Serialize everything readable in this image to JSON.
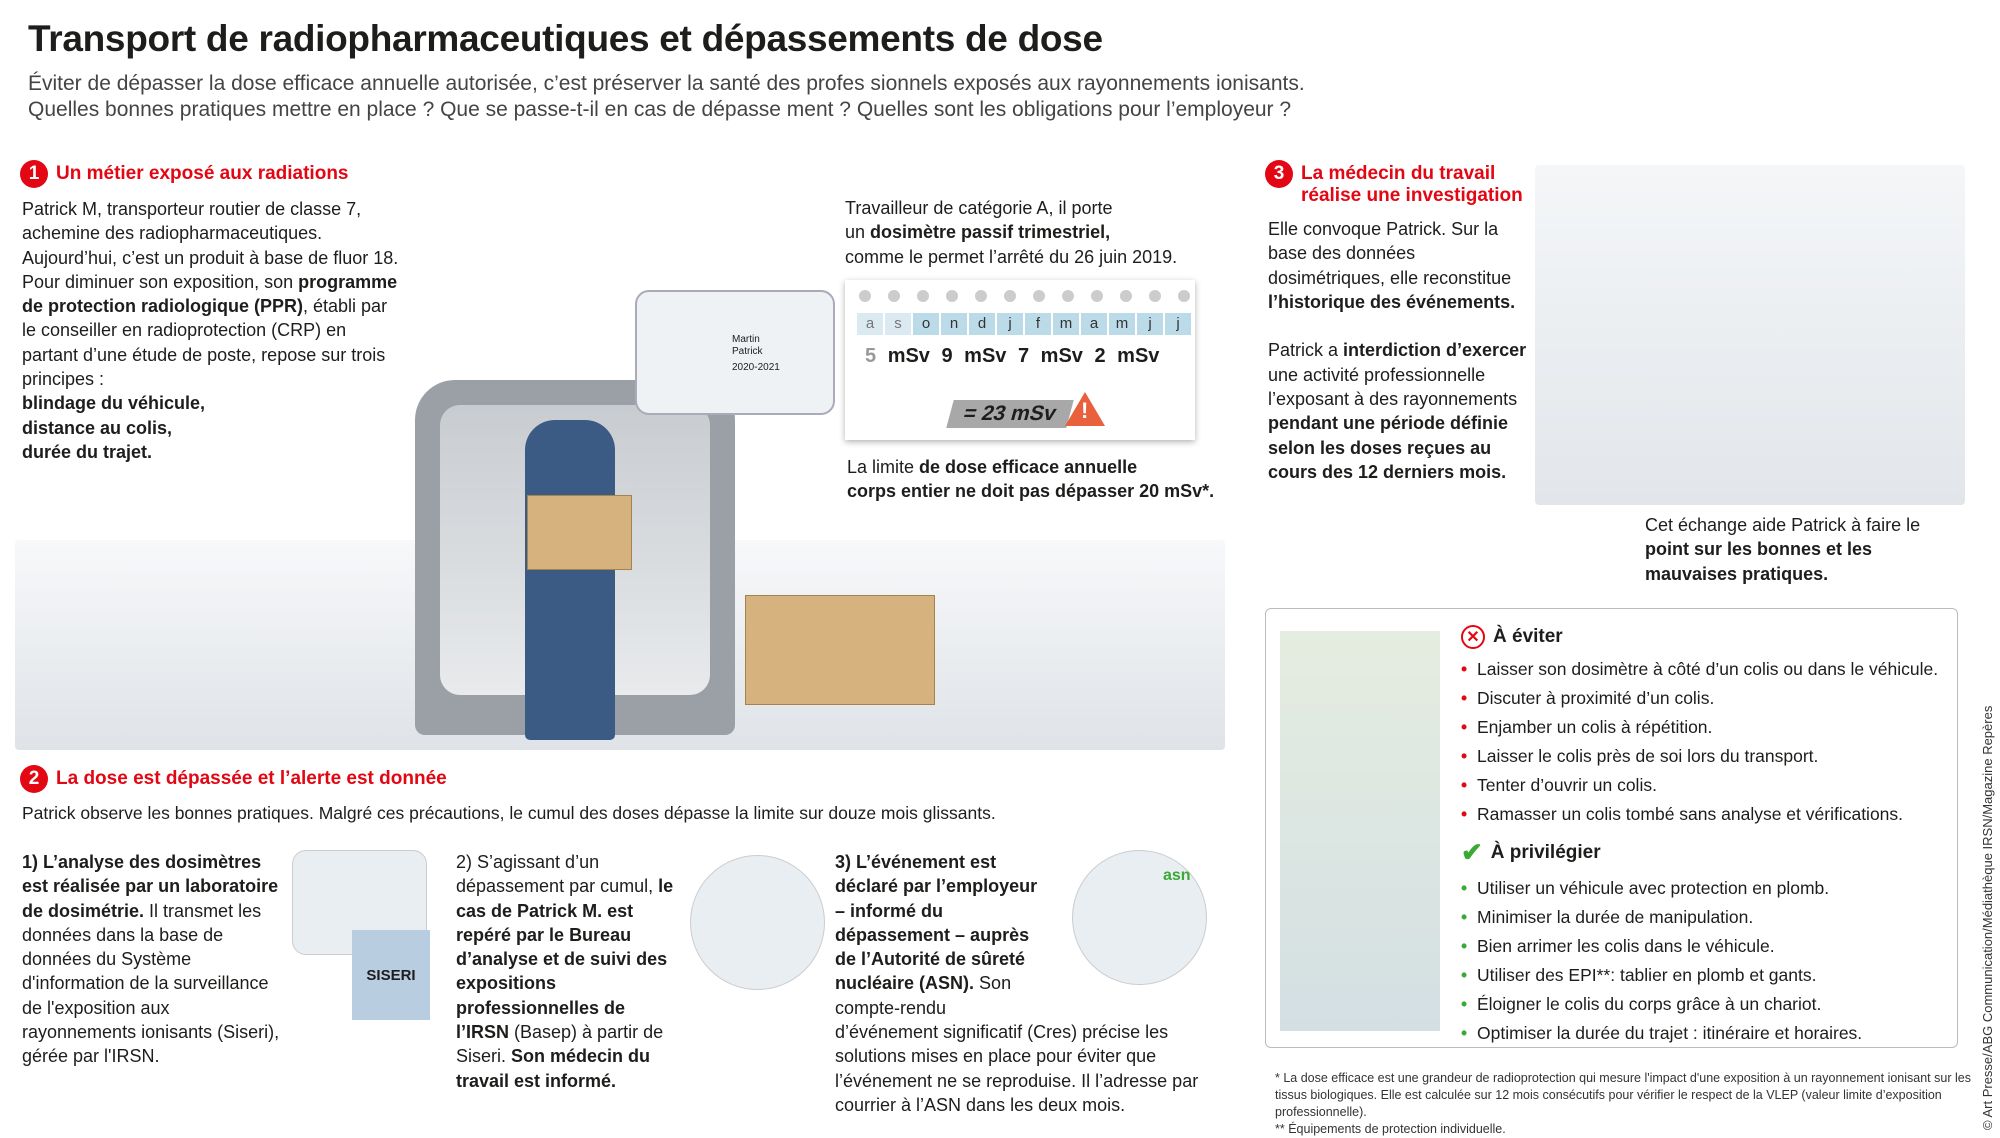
{
  "title": "Transport de radiopharmaceutiques et dépassements de dose",
  "subtitle": [
    "Éviter de dépasser la dose efficace annuelle autorisée, c’est préserver la santé des profes sionnels exposés aux rayonnements ionisants.",
    "Quelles bonnes pratiques mettre en place ? Que se passe-t-il en cas de dépasse ment ? Quelles sont les obligations pour l’employeur ?"
  ],
  "s1": {
    "num": "1",
    "title": "Un métier exposé aux radiations",
    "t1": "Patrick M, transporteur routier de classe 7, achemine des radiopharmaceutiques. Aujourd’hui, c’est un produit à base de fluor 18. Pour diminuer son exposition, son ",
    "b1": "programme de protection radiologique (PPR)",
    "t2": ", établi par le conseiller en radioprotection (CRP) en partant d’une étude de poste, repose sur trois principes : ",
    "b2": "blindage du véhicule,",
    "b3": "distance au colis,",
    "b4": "durée du trajet."
  },
  "dosimeter": {
    "t1": "Travailleur de catégorie A, il porte",
    "t2": "un ",
    "b1": "dosimètre passif trimestriel,",
    "t3": "comme le permet l’arrêté du 26 juin 2019.",
    "months": [
      "a",
      "s",
      "o",
      "n",
      "d",
      "j",
      "f",
      "m",
      "a",
      "m",
      "j",
      "j"
    ],
    "doses": [
      "5",
      "mSv",
      "9 mSv",
      "7 mSv",
      "2 mSv"
    ],
    "total": "= 23 mSv",
    "warn": "!",
    "l1": "La limite ",
    "lb1": "de dose efficace annuelle",
    "lb2": "corps entier ne doit pas dépasser 20 mSv*.",
    "badge": {
      "name": "Martin Patrick",
      "years": "2020-2021"
    }
  },
  "s2": {
    "num": "2",
    "title": "La dose est dépassée et l’alerte est donnée",
    "intro": "Patrick observe les bonnes pratiques. Malgré ces précautions, le cumul des doses dépasse la limite sur douze mois glissants.",
    "c1b": "1) L’analyse des dosimètres est réalisée par un laboratoire de dosimétrie.",
    "c1": " Il transmet les données dans la base de données du Système d'information de la surveillance de l'exposition aux rayonnements ionisants (Siseri), gérée par l'IRSN.",
    "siseri": "SISERI",
    "c2a": "2) S’agissant d’un dépassement par cumul, ",
    "c2b": "le cas de Patrick M. est repéré par le Bureau d’analyse et de suivi des expositions professionnelles de l’IRSN",
    "c2c": " (Basep) à partir de Siseri. ",
    "c2d": "Son médecin du travail est informé.",
    "c3b": "3) L’événement est déclaré par l’employeur – informé du dépassement – auprès de l’Autorité de sûreté nucléaire (ASN).",
    "c3": " Son compte-rendu d’événement significatif (Cres) précise les solutions mises en place pour éviter que l’événement ne se reproduise. Il l’adresse par courrier à l’ASN dans les deux mois.",
    "asn": "asn"
  },
  "s3": {
    "num": "3",
    "title": "La médecin du travail réalise une investigation",
    "p1": "Elle convoque Patrick. Sur la base des données dosimétriques, elle reconstitue ",
    "p1b": "l’historique des événements.",
    "p2": "Patrick a ",
    "p2b": "interdiction d’exercer",
    "p2c": " une activité professionnelle l’exposant à des rayonnements ",
    "p2d": "pendant une période définie selon les doses reçues au cours des 12 derniers mois.",
    "caption": "Cet échange aide Patrick à faire le ",
    "captionb": "point sur les bonnes et les mauvaises pratiques."
  },
  "avoid": {
    "title": "À éviter",
    "items": [
      "Laisser son dosimètre à côté d’un colis ou dans le véhicule.",
      "Discuter à proximité d’un colis.",
      "Enjamber un colis à répétition.",
      "Laisser le colis près de soi lors du transport.",
      "Tenter d’ouvrir un colis.",
      "Ramasser un colis tombé sans analyse et vérifications."
    ]
  },
  "prefer": {
    "title": "À privilégier",
    "items": [
      "Utiliser un véhicule avec protection en plomb.",
      "Minimiser la durée de manipulation.",
      "Bien arrimer les colis dans le véhicule.",
      "Utiliser des EPI**: tablier en plomb et gants.",
      "Éloigner le colis du corps grâce à un chariot.",
      "Optimiser la durée du trajet : itinéraire et horaires."
    ]
  },
  "footnotes": [
    "* La dose efficace est une grandeur de radioprotection qui mesure l'impact d'une exposition à un rayonnement ionisant sur les tissus biologiques. Elle est calculée sur 12 mois consécutifs pour vérifier le respect de la VLEP (valeur limite d’exposition professionnelle).",
    "** Équipements de protection individuelle."
  ],
  "copyright": "© Art Presse/ABG Communication/Médiathèque IRSN/Magazine Repères",
  "colors": {
    "accent": "#e30613",
    "warn": "#e8603c",
    "ok": "#3aa935"
  }
}
